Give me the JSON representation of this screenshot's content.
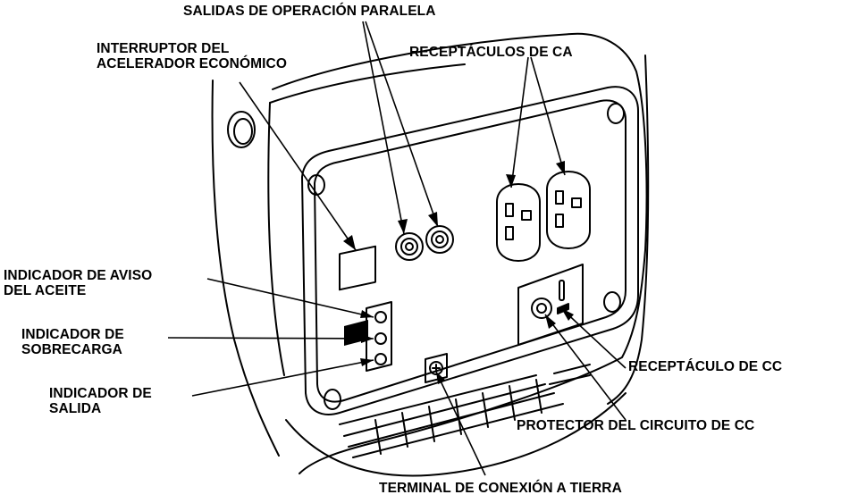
{
  "labels": {
    "parallel_outlets": "SALIDAS DE OPERACIÓN PARALELA",
    "eco_throttle_line1": "INTERRUPTOR DEL",
    "eco_throttle_line2": "ACELERADOR ECONÓMICO",
    "ac_receptacles": "RECEPTÁCULOS DE CA",
    "oil_alert_line1": "INDICADOR DE AVISO",
    "oil_alert_line2": "DEL ACEITE",
    "overload_line1": "INDICADOR DE",
    "overload_line2": "SOBRECARGA",
    "output_line1": "INDICADOR DE",
    "output_line2": "SALIDA",
    "dc_receptacle": "RECEPTÁCULO DE CC",
    "dc_breaker": "PROTECTOR DEL CIRCUITO DE CC",
    "ground_terminal": "TERMINAL DE CONEXIÓN A TIERRA"
  }
}
